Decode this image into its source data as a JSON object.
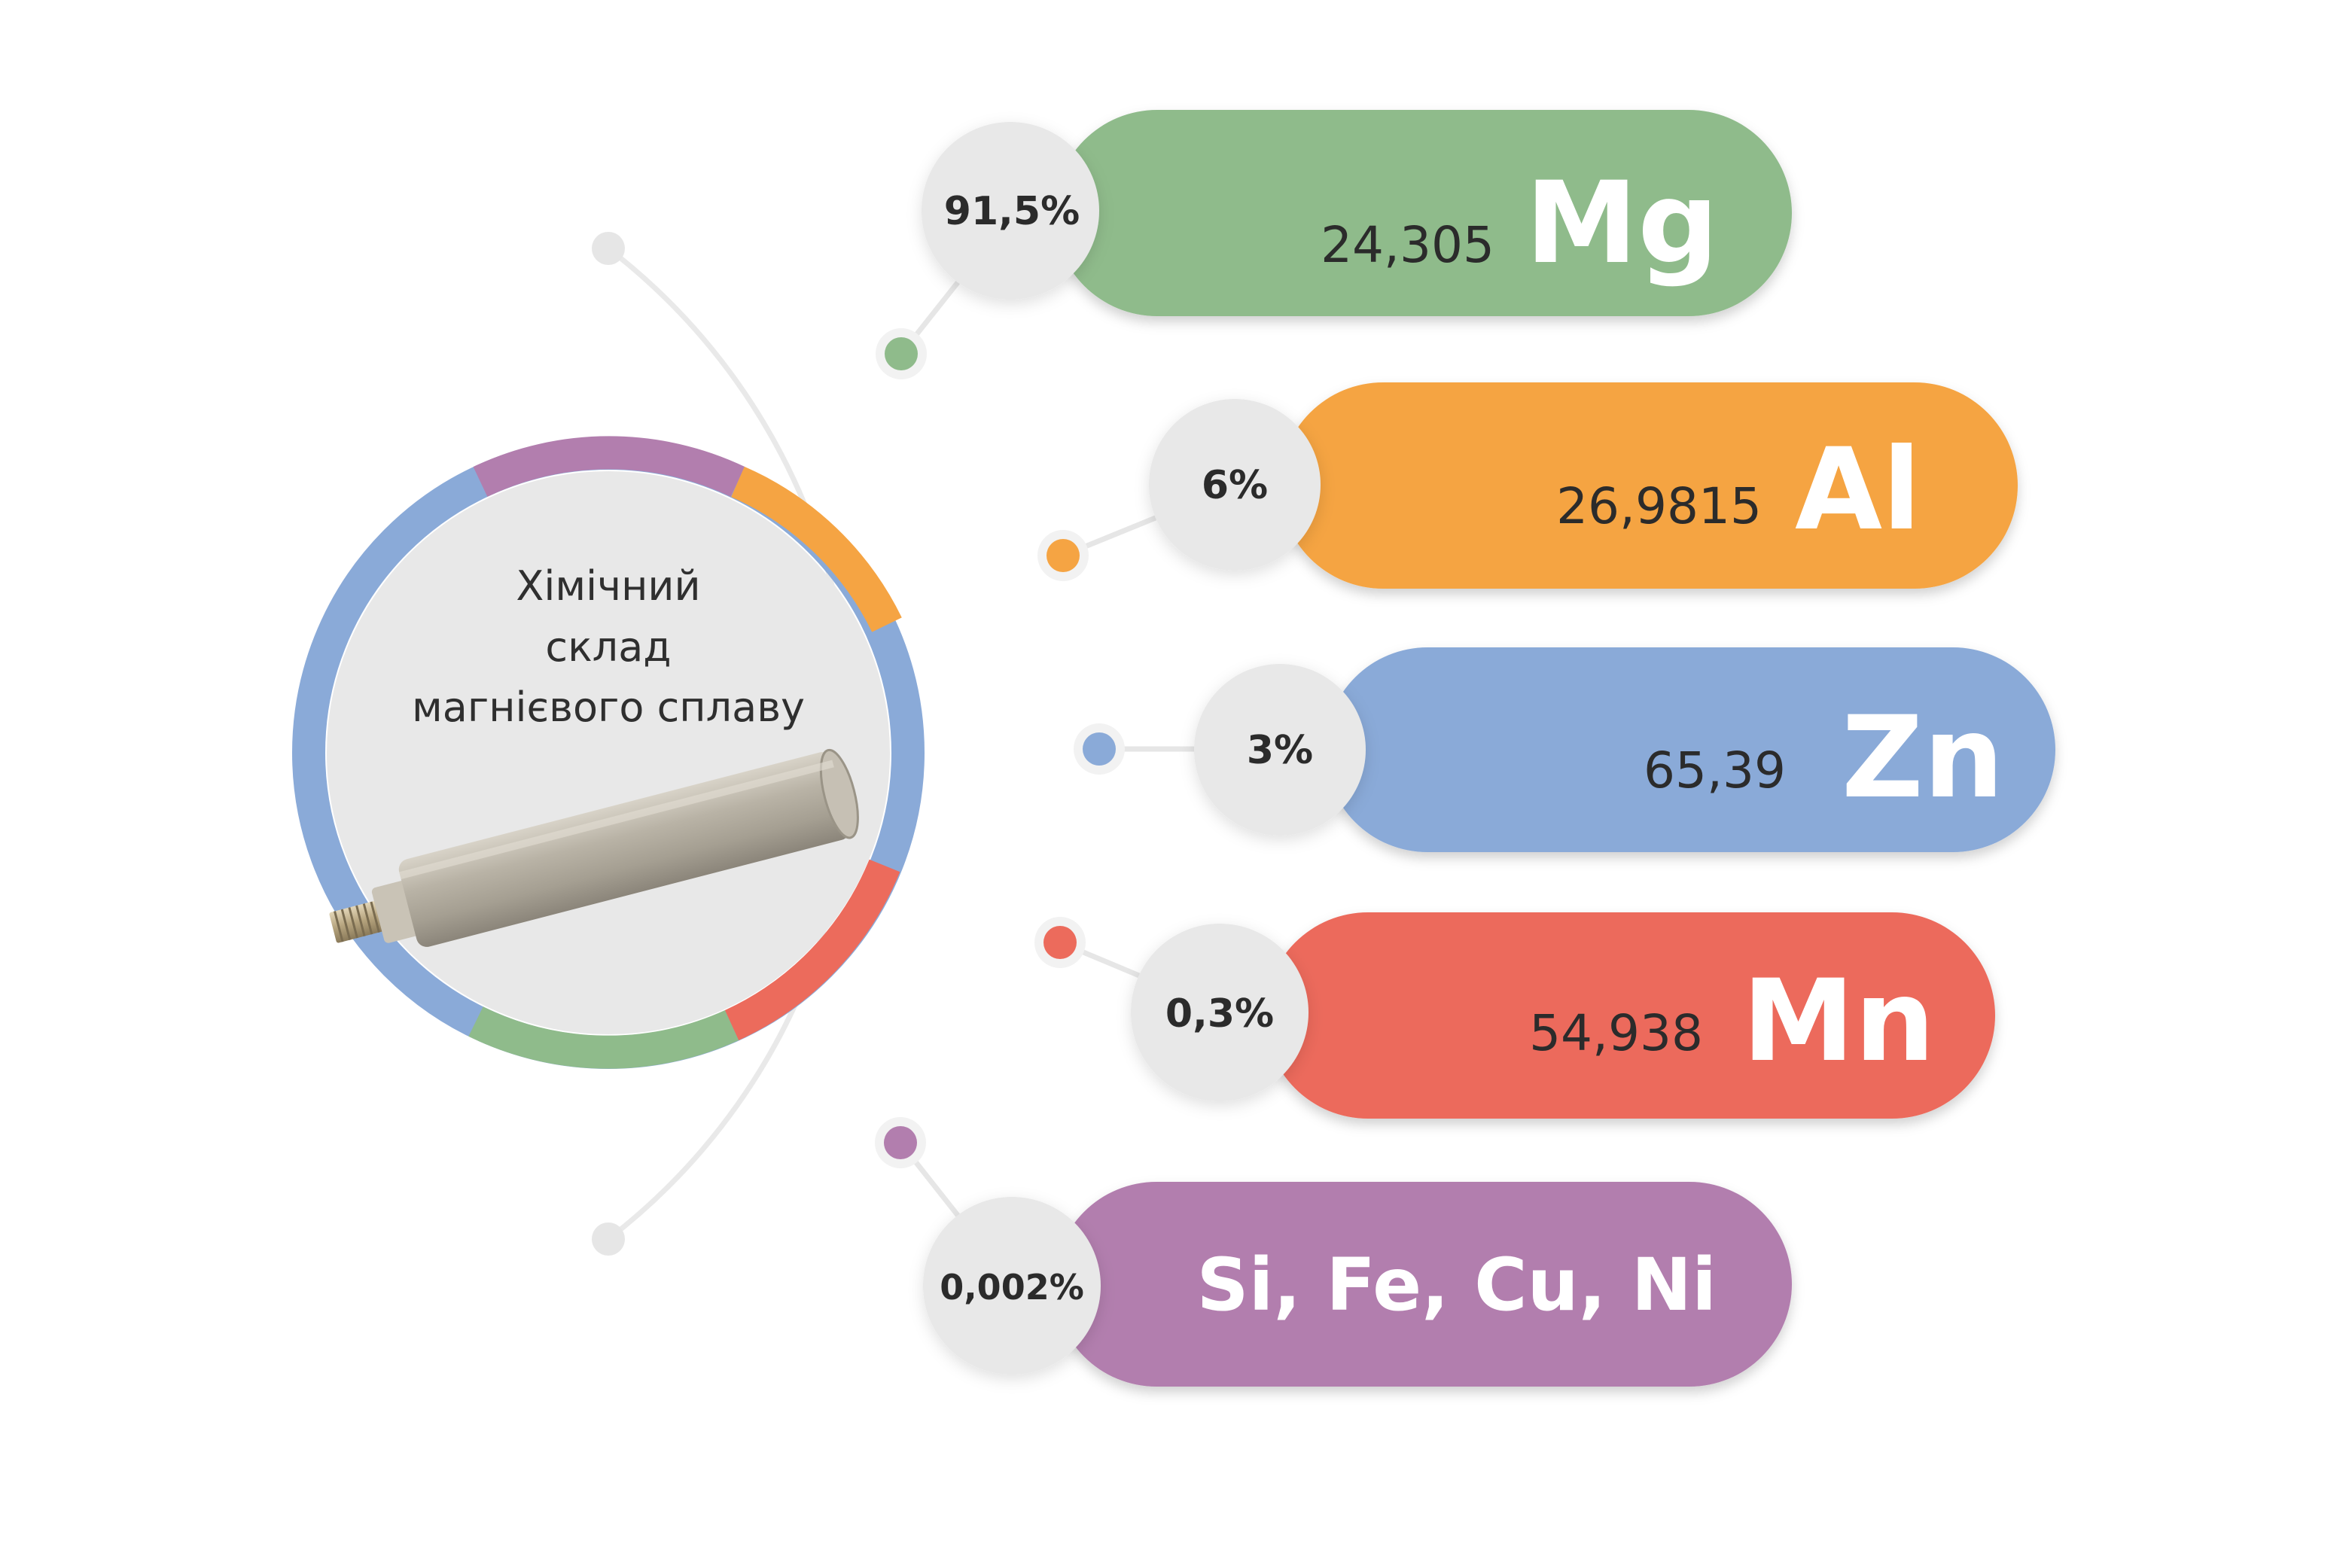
{
  "title": {
    "lines": [
      "Хімічний",
      "склад",
      "магнієвого сплаву"
    ]
  },
  "colors": {
    "mg": "#8fbb8b",
    "al": "#f5a443",
    "zn": "#8aaad8",
    "mn": "#ec6b5c",
    "other": "#b27eae",
    "connector": "#e7e7e7",
    "bubble": "#e8e8e8"
  },
  "elements": [
    {
      "key": "mg",
      "percent": "91,5%",
      "mass": "24,305",
      "symbol": "Mg"
    },
    {
      "key": "al",
      "percent": "6%",
      "mass": "26,9815",
      "symbol": "Al"
    },
    {
      "key": "zn",
      "percent": "3%",
      "mass": "65,39",
      "symbol": "Zn"
    },
    {
      "key": "mn",
      "percent": "0,3%",
      "mass": "54,938",
      "symbol": "Mn"
    },
    {
      "key": "other",
      "percent": "0,002%",
      "mass": "",
      "symbol": "Si, Fe, Cu, Ni"
    }
  ],
  "icons": {
    "rod": "magnesium-anode-rod-image"
  }
}
